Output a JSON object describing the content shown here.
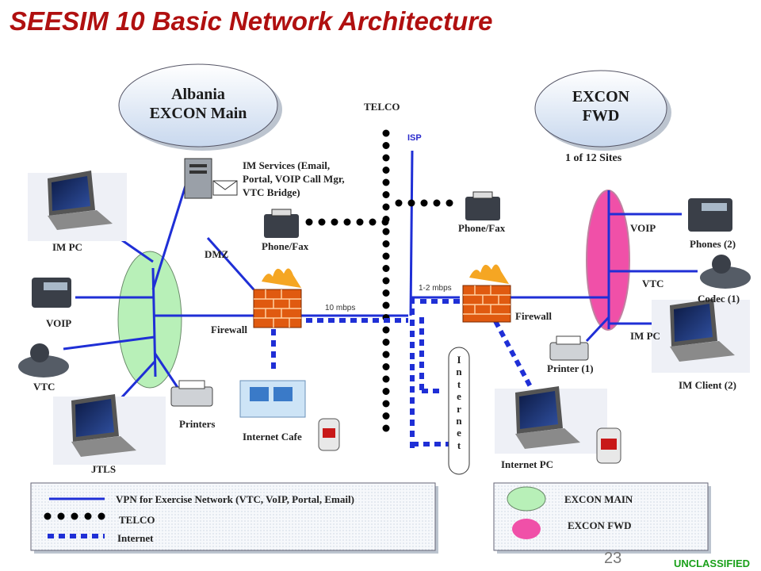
{
  "title": "SEESIM 10 Basic Network Architecture",
  "nodes": {
    "albania": "Albania\nEXCON Main",
    "excon_fwd": "EXCON\nFWD",
    "sites": "1 of 12 Sites",
    "telco": "TELCO",
    "isp": "ISP",
    "im_services": "IM Services (Email,\nPortal, VOIP Call Mgr,\nVTC Bridge)",
    "im_pc": "IM PC",
    "voip_left": "VOIP",
    "vtc_left": "VTC",
    "jtls": "JTLS",
    "printers": "Printers",
    "dmz": "DMZ",
    "firewall_left": "Firewall",
    "phone_fax_left": "Phone/Fax",
    "phone_fax_right": "Phone/Fax",
    "internet_cafe": "Internet Cafe",
    "mbps_10": "10 mbps",
    "mbps_12": "1-2 mbps",
    "firewall_right": "Firewall",
    "internet_vertical": "Internet",
    "internet_pc": "Internet PC",
    "printer_1": "Printer (1)",
    "voip_right": "VOIP",
    "vtc_right": "VTC",
    "im_pc_right": "IM PC",
    "phones_2": "Phones (2)",
    "codec_1": "Codec (1)",
    "im_client_2": "IM Client (2)"
  },
  "legend_left": {
    "vpn": "VPN for Exercise Network (VTC, VoIP, Portal, Email)",
    "telco": "TELCO",
    "internet": "Internet"
  },
  "legend_right": {
    "main": "EXCON MAIN",
    "fwd": "EXCON FWD"
  },
  "colors": {
    "title": "#b01010",
    "vpn_line": "#1f2fd6",
    "excon_main": "#b8f0b8",
    "excon_fwd": "#f050a8",
    "firewall": "#e05a10",
    "classification": "#1aa01a"
  },
  "footer": {
    "page": "23",
    "classification": "UNCLASSIFIED"
  }
}
